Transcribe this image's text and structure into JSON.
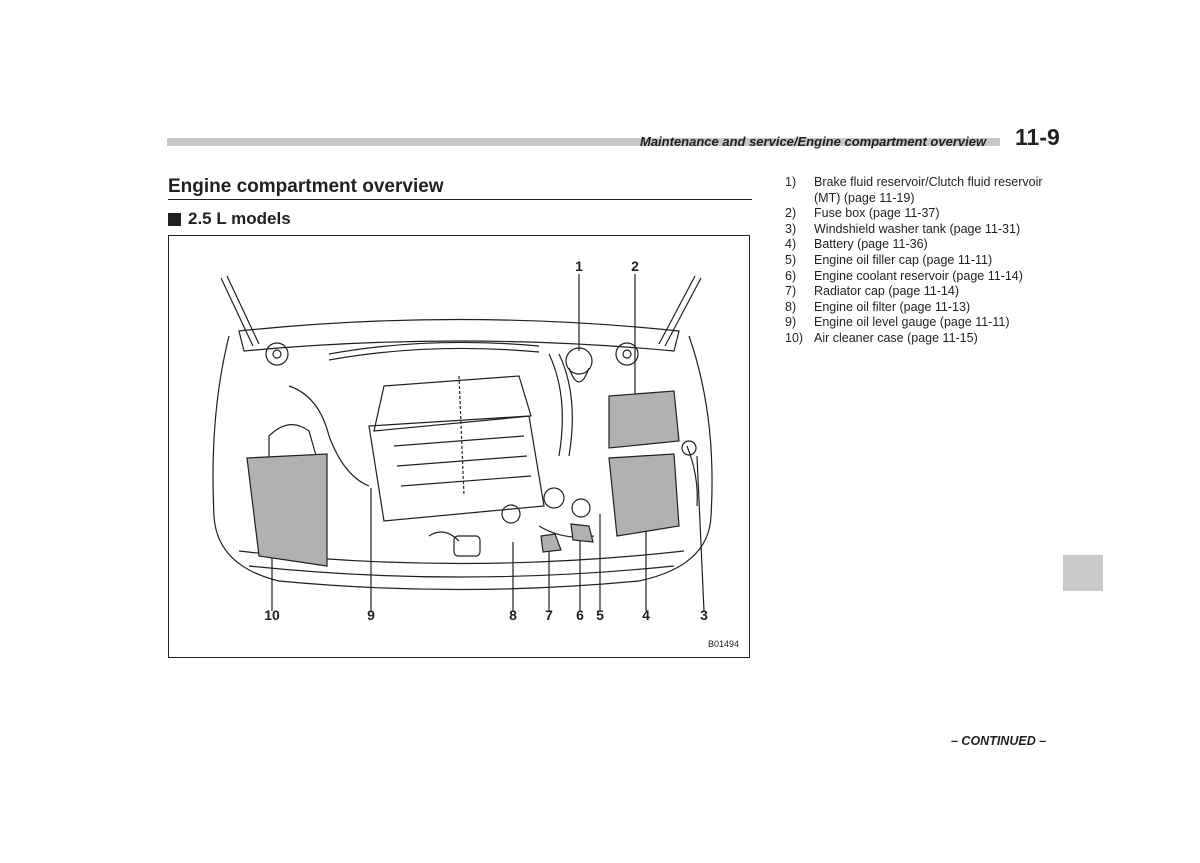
{
  "header": {
    "title": "Maintenance and service/Engine compartment overview",
    "page_number": "11-9"
  },
  "section": {
    "title": "Engine compartment overview",
    "subheading": "2.5 L models"
  },
  "figure": {
    "code": "B01494",
    "callouts_top": [
      "1",
      "2"
    ],
    "callouts_bottom": [
      "10",
      "9",
      "8",
      "7",
      "6",
      "5",
      "4",
      "3"
    ]
  },
  "legend": [
    {
      "num": "1)",
      "text": "Brake fluid reservoir/Clutch fluid reservoir (MT) (page 11-19)"
    },
    {
      "num": "2)",
      "text": "Fuse box (page 11-37)"
    },
    {
      "num": "3)",
      "text": "Windshield washer tank (page 11-31)"
    },
    {
      "num": "4)",
      "text": "Battery (page 11-36)"
    },
    {
      "num": "5)",
      "text": "Engine oil filler cap (page 11-11)"
    },
    {
      "num": "6)",
      "text": "Engine coolant reservoir (page 11-14)"
    },
    {
      "num": "7)",
      "text": "Radiator cap (page 11-14)"
    },
    {
      "num": "8)",
      "text": "Engine oil filter (page 11-13)"
    },
    {
      "num": "9)",
      "text": "Engine oil level gauge (page 11-11)"
    },
    {
      "num": "10)",
      "text": "Air cleaner case (page 11-15)"
    }
  ],
  "footer": {
    "continued": "– CONTINUED –"
  }
}
